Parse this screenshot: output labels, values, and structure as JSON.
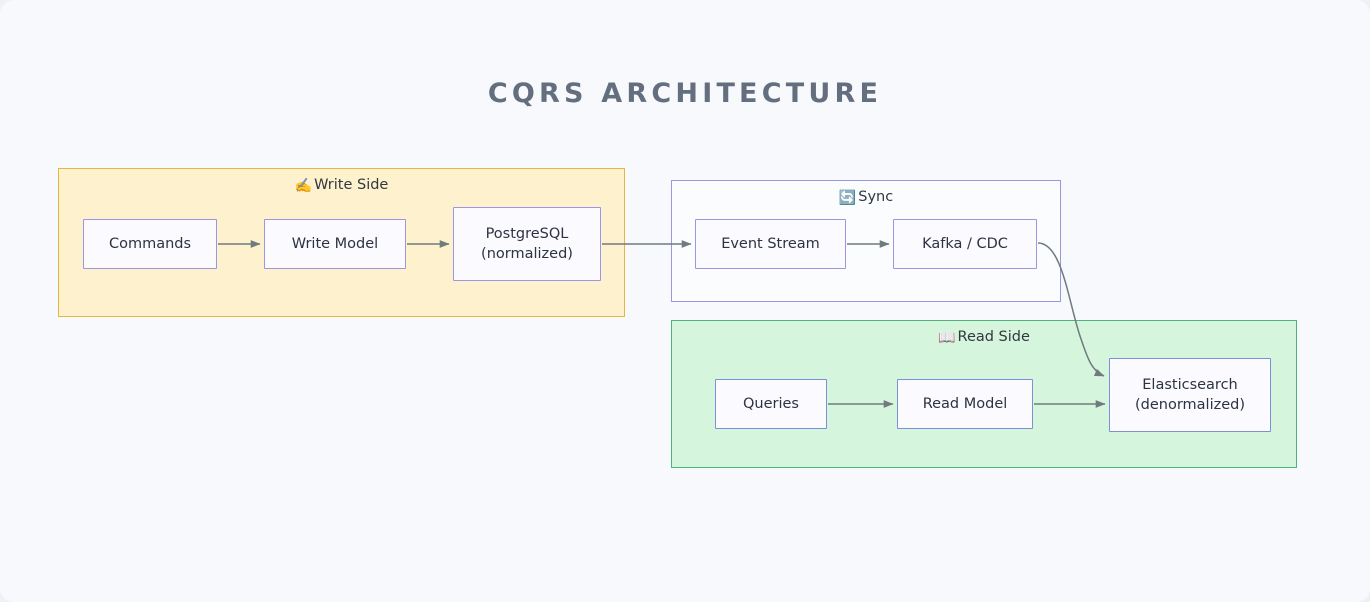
{
  "page": {
    "title": "CQRS ARCHITECTURE",
    "background_color": "#f7f9fc",
    "title_color": "#636e7e"
  },
  "groups": [
    {
      "id": "write",
      "label": "Write Side",
      "icon": "writing-hand-icon",
      "icon_glyph": "✍️",
      "fill_color": "#fdf2cd",
      "border_color": "#e6b73f"
    },
    {
      "id": "sync",
      "label": "Sync",
      "icon": "sync-arrows-icon",
      "icon_glyph": "🔄",
      "fill_color": "#fbfcfe",
      "border_color": "#9e95e0"
    },
    {
      "id": "read",
      "label": "Read Side",
      "icon": "open-book-icon",
      "icon_glyph": "📖",
      "fill_color": "#d6f5dd",
      "border_color": "#4eb37b"
    }
  ],
  "nodes": {
    "commands": {
      "label": "Commands",
      "group": "write",
      "border_color": "#9e95e0"
    },
    "write_model": {
      "label": "Write Model",
      "group": "write",
      "border_color": "#9e95e0"
    },
    "postgresql": {
      "label": "PostgreSQL",
      "sublabel": "(normalized)",
      "group": "write",
      "border_color": "#9e95e0"
    },
    "event_stream": {
      "label": "Event Stream",
      "group": "sync",
      "border_color": "#9e95e0"
    },
    "kafka_cdc": {
      "label": "Kafka / CDC",
      "group": "sync",
      "border_color": "#9e95e0"
    },
    "queries": {
      "label": "Queries",
      "group": "read",
      "border_color": "#7d8fd6"
    },
    "read_model": {
      "label": "Read Model",
      "group": "read",
      "border_color": "#7d8fd6"
    },
    "elasticsearch": {
      "label": "Elasticsearch",
      "sublabel": "(denormalized)",
      "group": "read",
      "border_color": "#7d8fd6"
    }
  },
  "edges": [
    {
      "from": "commands",
      "to": "write_model",
      "style": "straight"
    },
    {
      "from": "write_model",
      "to": "postgresql",
      "style": "straight"
    },
    {
      "from": "postgresql",
      "to": "event_stream",
      "style": "straight"
    },
    {
      "from": "event_stream",
      "to": "kafka_cdc",
      "style": "straight"
    },
    {
      "from": "kafka_cdc",
      "to": "elasticsearch",
      "style": "curved"
    },
    {
      "from": "queries",
      "to": "read_model",
      "style": "straight"
    },
    {
      "from": "read_model",
      "to": "elasticsearch",
      "style": "straight"
    }
  ],
  "edge_color": "#707a7f"
}
